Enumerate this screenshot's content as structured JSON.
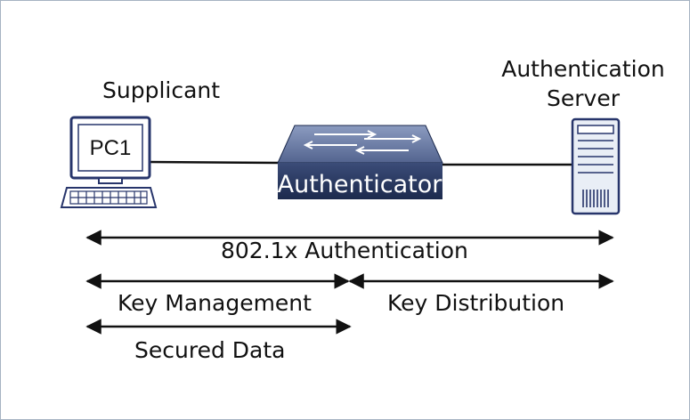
{
  "supplicant": {
    "label": "Supplicant",
    "pc_label": "PC1"
  },
  "authenticator": {
    "label": "Authenticator"
  },
  "server": {
    "label_line1": "Authentication",
    "label_line2": "Server"
  },
  "spans": {
    "eap": "802.1x Authentication",
    "key_management": "Key Management",
    "key_distribution": "Key Distribution",
    "secured_data": "Secured Data"
  },
  "colors": {
    "line": "#111111",
    "pc_stroke": "#27356b",
    "switch_top": "#6d7ea6",
    "switch_front": "#2b3b64",
    "server_fill": "#e9eef6"
  }
}
